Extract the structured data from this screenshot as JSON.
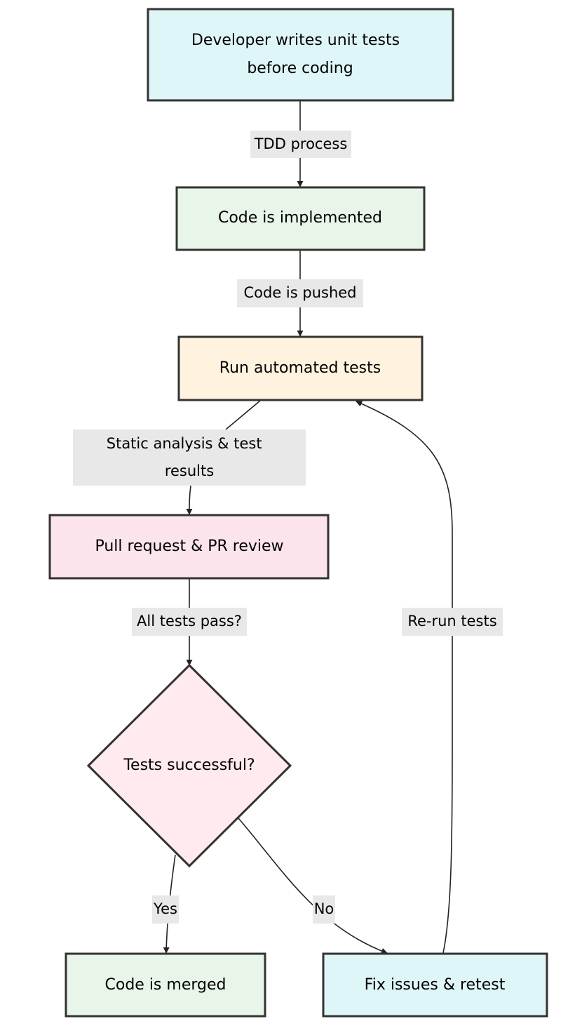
{
  "nodes": {
    "write_tests": {
      "lines": [
        "Developer writes unit tests",
        "before coding"
      ],
      "fill": "#dff6f8"
    },
    "implement": {
      "lines": [
        "Code is implemented"
      ],
      "fill": "#e8f5e9"
    },
    "run_tests": {
      "lines": [
        "Run automated tests"
      ],
      "fill": "#fff3e0"
    },
    "pull_request": {
      "lines": [
        "Pull request & PR review"
      ],
      "fill": "#fce4ec"
    },
    "decision": {
      "lines": [
        "Tests successful?"
      ],
      "fill": "#ffebee"
    },
    "merged": {
      "lines": [
        "Code is merged"
      ],
      "fill": "#e8f5e9"
    },
    "fix": {
      "lines": [
        "Fix issues & retest"
      ],
      "fill": "#dff6f8"
    }
  },
  "edges": {
    "tdd": {
      "lines": [
        "TDD process"
      ]
    },
    "pushed": {
      "lines": [
        "Code is pushed"
      ]
    },
    "static": {
      "lines": [
        "Static analysis & test",
        "results"
      ]
    },
    "pass": {
      "lines": [
        "All tests pass?"
      ]
    },
    "yes": {
      "lines": [
        "Yes"
      ]
    },
    "no": {
      "lines": [
        "No"
      ]
    },
    "rerun": {
      "lines": [
        "Re-run tests"
      ]
    }
  },
  "colors": {
    "stroke": "#333333",
    "edge_label_bg": "#e8e8e8"
  }
}
